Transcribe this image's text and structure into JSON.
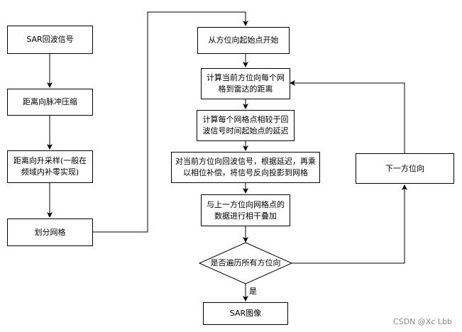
{
  "nodes": {
    "sar_echo": "SAR回波信号",
    "range_compression": "距离向脉冲压缩",
    "range_upsampling": "距离向升采样(一般在频域内补零实现)",
    "grid_partition": "划分网格",
    "start_azimuth": "从方位向起始点开始",
    "compute_distance": "计算当前方位向每个网格到雷达的距离",
    "compute_delay": "计算每个网格点相较于回波信号时间起始点的延迟",
    "backprojection": "对当前方位向回波信号，根据延迟，再乘以相位补偿，将信号反向投影到网格",
    "coherent_sum": "与上一方位向网格点的数据进行相干叠加",
    "decision": "是否遍历所有方位向",
    "next_azimuth": "下一方位向",
    "sar_image": "SAR图像"
  },
  "edge_labels": {
    "yes": "是"
  },
  "watermark": "CSDN @Xc  Lbb"
}
